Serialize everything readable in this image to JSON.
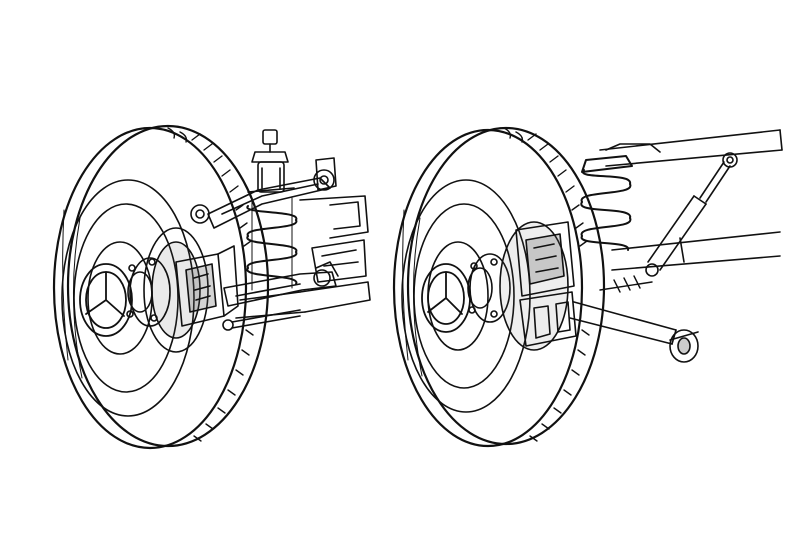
{
  "illustration": {
    "style": "black ink technical line drawing",
    "colors": {
      "ink": "#111111",
      "paper": "#ffffff",
      "shade": "#555555"
    },
    "views": [
      {
        "id": "front-suspension",
        "parts": [
          "tire",
          "wheel-disc",
          "hub-cap-star-emblem",
          "brake-disc",
          "brake-caliper",
          "coil-spring",
          "shock-absorber",
          "upper-control-arm",
          "lower-control-arm",
          "steering-tie-rod",
          "subframe"
        ]
      },
      {
        "id": "rear-suspension",
        "parts": [
          "tire",
          "wheel-disc",
          "hub-cap-star-emblem",
          "brake-disc",
          "brake-caliper",
          "coil-spring",
          "shock-absorber",
          "trailing-arm",
          "axle-tube",
          "rubber-bushing"
        ]
      }
    ]
  }
}
